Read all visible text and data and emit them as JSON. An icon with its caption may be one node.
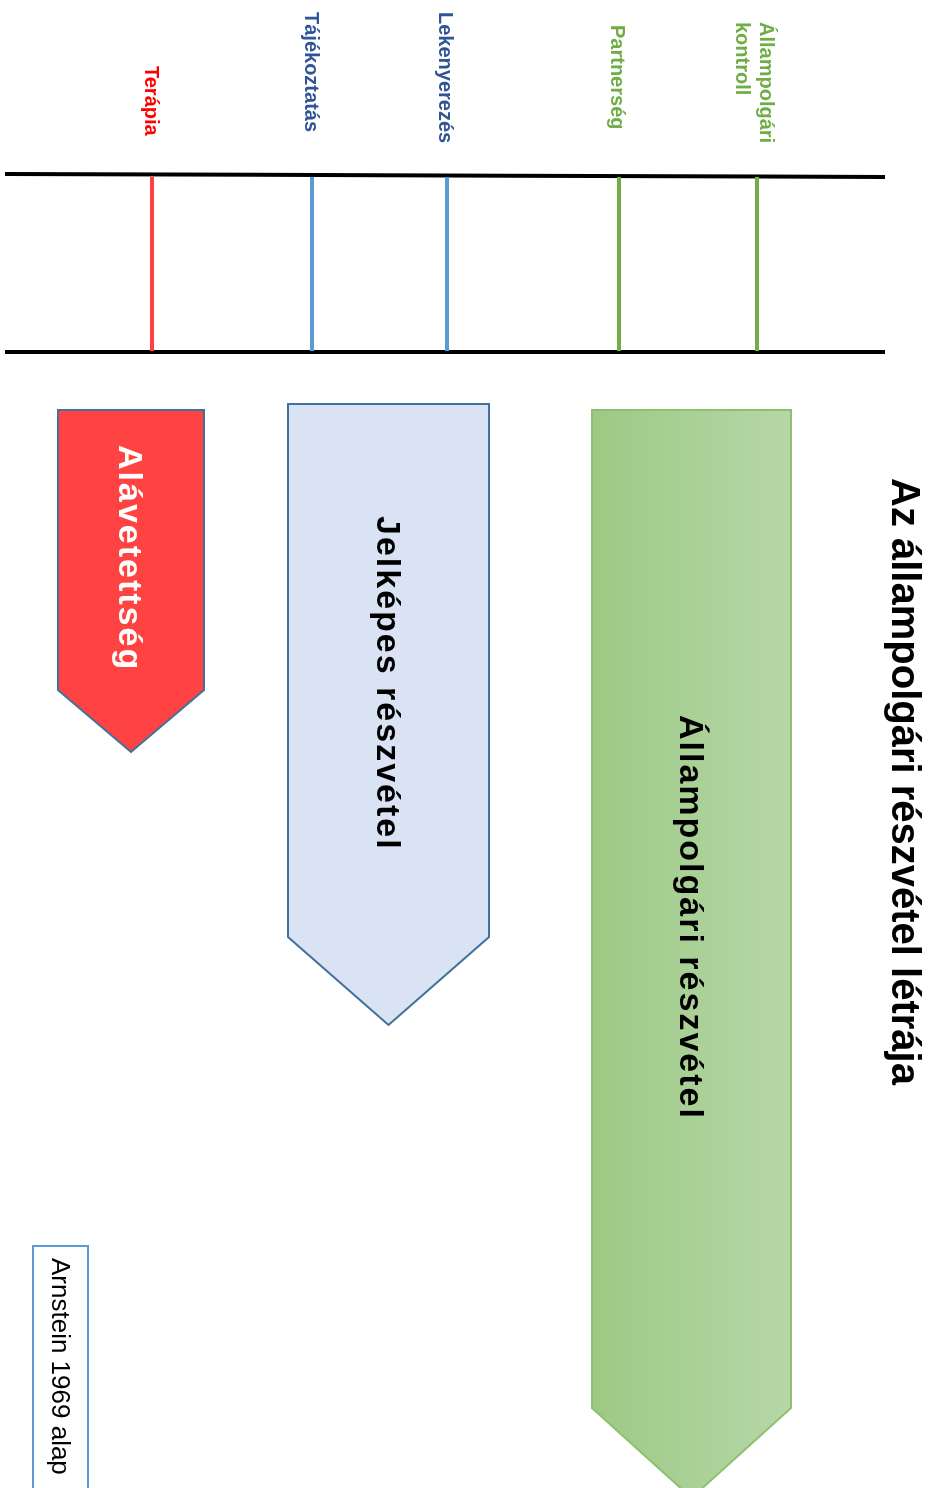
{
  "diagram": {
    "title": "Az állampolgári részvétel létrája",
    "nodes": [
      {
        "text": [
          "Alávetettség"
        ]
      },
      {
        "text": [
          "Jelképes részvétel"
        ]
      },
      {
        "text": [
          "Állampolgári részvétel"
        ]
      },
      {
        "text": [
          "Arnstein 1969 alap"
        ]
      }
    ],
    "edges": [],
    "labels": [
      "Terápia",
      "Tájékoztatás",
      "Lekenyerezés",
      "Partnerség",
      "Állampolgári kontroll"
    ]
  }
}
